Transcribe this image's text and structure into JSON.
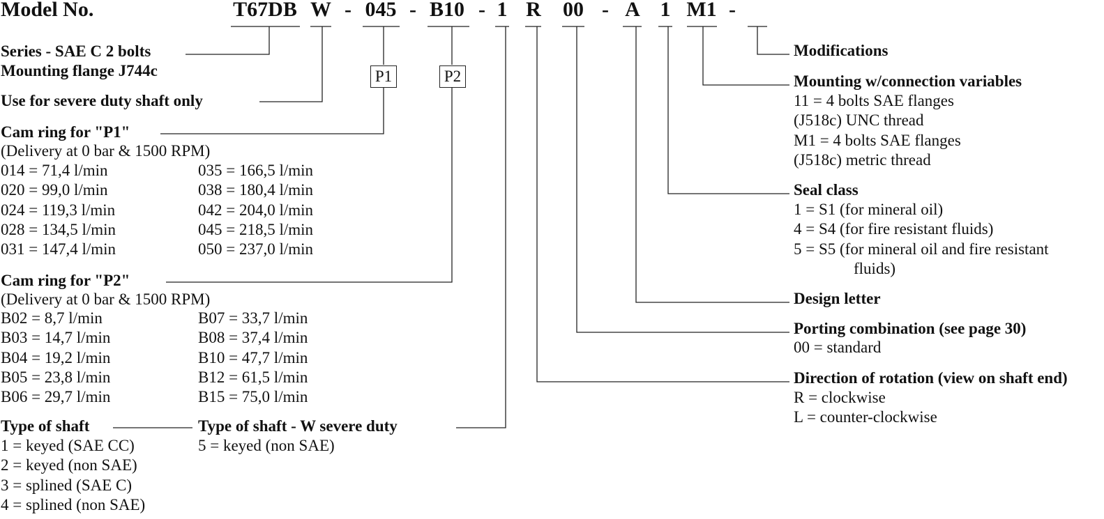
{
  "header": {
    "model_label": "Model No.",
    "codes": [
      {
        "text": "T67DB",
        "key": "series"
      },
      {
        "text": "W",
        "key": "severe_duty"
      },
      {
        "text": "-",
        "key": "dash"
      },
      {
        "text": "045",
        "key": "cam_p1"
      },
      {
        "text": "-",
        "key": "dash"
      },
      {
        "text": "B10",
        "key": "cam_p2"
      },
      {
        "text": "-",
        "key": "dash"
      },
      {
        "text": "1",
        "key": "shaft"
      },
      {
        "text": "R",
        "key": "rotation"
      },
      {
        "text": "00",
        "key": "porting"
      },
      {
        "text": "-",
        "key": "dash"
      },
      {
        "text": "A",
        "key": "design"
      },
      {
        "text": "1",
        "key": "seal"
      },
      {
        "text": "M1",
        "key": "mounting"
      },
      {
        "text": "-",
        "key": "dash"
      }
    ]
  },
  "boxes": {
    "p1": "P1",
    "p2": "P2"
  },
  "left": {
    "series": {
      "line1": "Series - SAE C 2 bolts",
      "line2": "Mounting flange J744c"
    },
    "severe": "Use for severe duty shaft only",
    "cam_p1": {
      "title": "Cam ring for \"P1\"",
      "subtitle": "(Delivery at 0 bar & 1500 RPM)",
      "col1": [
        "014 =   71,4 l/min",
        "020 =   99,0 l/min",
        "024 = 119,3 l/min",
        "028 = 134,5 l/min",
        "031 = 147,4 l/min"
      ],
      "col2": [
        "035 = 166,5 l/min",
        "038 = 180,4 l/min",
        "042 = 204,0 l/min",
        "045 = 218,5 l/min",
        "050 = 237,0 l/min"
      ]
    },
    "cam_p2": {
      "title": "Cam ring for \"P2\"",
      "subtitle": "(Delivery at 0 bar & 1500 RPM)",
      "col1": [
        "B02 =   8,7 l/min",
        "B03 = 14,7 l/min",
        "B04 = 19,2 l/min",
        "B05 = 23,8 l/min",
        "B06 = 29,7 l/min"
      ],
      "col2": [
        "B07 = 33,7 l/min",
        "B08 = 37,4 l/min",
        "B10 = 47,7 l/min",
        "B12 = 61,5 l/min",
        "B15 = 75,0 l/min"
      ]
    },
    "shaft": {
      "title": "Type of shaft",
      "items": [
        "1 = keyed (SAE CC)",
        "2 = keyed (non SAE)",
        "3 = splined (SAE C)",
        "4 = splined (non SAE)"
      ]
    },
    "shaft_w": {
      "title": "Type of shaft - W severe duty",
      "items": [
        "5 = keyed (non SAE)"
      ]
    }
  },
  "right": {
    "modifications": "Modifications",
    "mounting": {
      "title": "Mounting w/connection variables",
      "items": [
        "11 = 4 bolts SAE flanges",
        "(J518c) UNC thread",
        "M1 = 4 bolts SAE flanges",
        "(J518c) metric thread"
      ]
    },
    "seal": {
      "title": "Seal class",
      "items": [
        "1 = S1 (for mineral oil)",
        "4 = S4 (for fire resistant fluids)",
        "5 = S5 (for mineral oil and fire resistant",
        "fluids)"
      ]
    },
    "design": "Design letter",
    "porting": {
      "title": "Porting combination (see page 30)",
      "items": [
        "00 = standard"
      ]
    },
    "rotation": {
      "title": "Direction of rotation (view on shaft end)",
      "items": [
        "R = clockwise",
        "L = counter-clockwise"
      ]
    }
  }
}
